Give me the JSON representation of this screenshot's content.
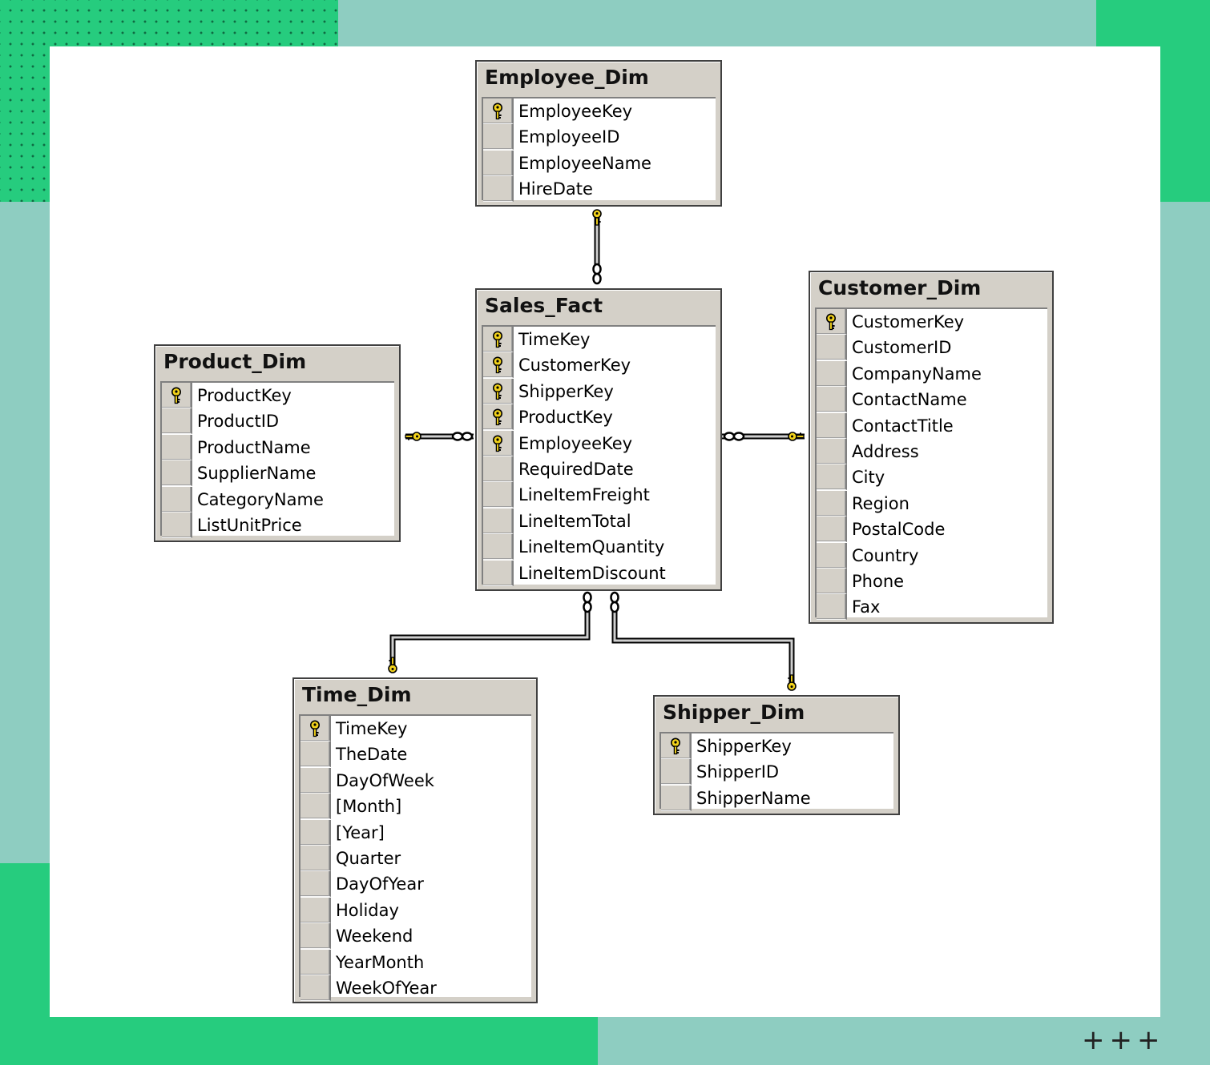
{
  "tables": [
    {
      "id": "employee",
      "title": "Employee_Dim",
      "columns": [
        {
          "name": "EmployeeKey",
          "key": true
        },
        {
          "name": "EmployeeID",
          "key": false
        },
        {
          "name": "EmployeeName",
          "key": false
        },
        {
          "name": "HireDate",
          "key": false
        }
      ]
    },
    {
      "id": "sales",
      "title": "Sales_Fact",
      "columns": [
        {
          "name": "TimeKey",
          "key": true
        },
        {
          "name": "CustomerKey",
          "key": true
        },
        {
          "name": "ShipperKey",
          "key": true
        },
        {
          "name": "ProductKey",
          "key": true
        },
        {
          "name": "EmployeeKey",
          "key": true
        },
        {
          "name": "RequiredDate",
          "key": false
        },
        {
          "name": "LineItemFreight",
          "key": false
        },
        {
          "name": "LineItemTotal",
          "key": false
        },
        {
          "name": "LineItemQuantity",
          "key": false
        },
        {
          "name": "LineItemDiscount",
          "key": false
        }
      ]
    },
    {
      "id": "product",
      "title": "Product_Dim",
      "columns": [
        {
          "name": "ProductKey",
          "key": true
        },
        {
          "name": "ProductID",
          "key": false
        },
        {
          "name": "ProductName",
          "key": false
        },
        {
          "name": "SupplierName",
          "key": false
        },
        {
          "name": "CategoryName",
          "key": false
        },
        {
          "name": "ListUnitPrice",
          "key": false
        }
      ]
    },
    {
      "id": "customer",
      "title": "Customer_Dim",
      "columns": [
        {
          "name": "CustomerKey",
          "key": true
        },
        {
          "name": "CustomerID",
          "key": false
        },
        {
          "name": "CompanyName",
          "key": false
        },
        {
          "name": "ContactName",
          "key": false
        },
        {
          "name": "ContactTitle",
          "key": false
        },
        {
          "name": "Address",
          "key": false
        },
        {
          "name": "City",
          "key": false
        },
        {
          "name": "Region",
          "key": false
        },
        {
          "name": "PostalCode",
          "key": false
        },
        {
          "name": "Country",
          "key": false
        },
        {
          "name": "Phone",
          "key": false
        },
        {
          "name": "Fax",
          "key": false
        }
      ]
    },
    {
      "id": "time",
      "title": "Time_Dim",
      "columns": [
        {
          "name": "TimeKey",
          "key": true
        },
        {
          "name": "TheDate",
          "key": false
        },
        {
          "name": "DayOfWeek",
          "key": false
        },
        {
          "name": "[Month]",
          "key": false
        },
        {
          "name": "[Year]",
          "key": false
        },
        {
          "name": "Quarter",
          "key": false
        },
        {
          "name": "DayOfYear",
          "key": false
        },
        {
          "name": "Holiday",
          "key": false
        },
        {
          "name": "Weekend",
          "key": false
        },
        {
          "name": "YearMonth",
          "key": false
        },
        {
          "name": "WeekOfYear",
          "key": false
        }
      ]
    },
    {
      "id": "shipper",
      "title": "Shipper_Dim",
      "columns": [
        {
          "name": "ShipperKey",
          "key": true
        },
        {
          "name": "ShipperID",
          "key": false
        },
        {
          "name": "ShipperName",
          "key": false
        }
      ]
    }
  ],
  "relationships": [
    {
      "from": "sales",
      "to": "employee",
      "from_end": "many",
      "to_end": "one"
    },
    {
      "from": "sales",
      "to": "product",
      "from_end": "many",
      "to_end": "one"
    },
    {
      "from": "sales",
      "to": "customer",
      "from_end": "many",
      "to_end": "one"
    },
    {
      "from": "sales",
      "to": "time",
      "from_end": "many",
      "to_end": "one"
    },
    {
      "from": "sales",
      "to": "shipper",
      "from_end": "many",
      "to_end": "one"
    }
  ],
  "decoration": {
    "plus_marks": "+++"
  },
  "colors": {
    "accent_green": "#26cc7e",
    "teal": "#8ecdc1",
    "key_yellow": "#f2d21b",
    "panel_gray": "#d4d0c8"
  }
}
